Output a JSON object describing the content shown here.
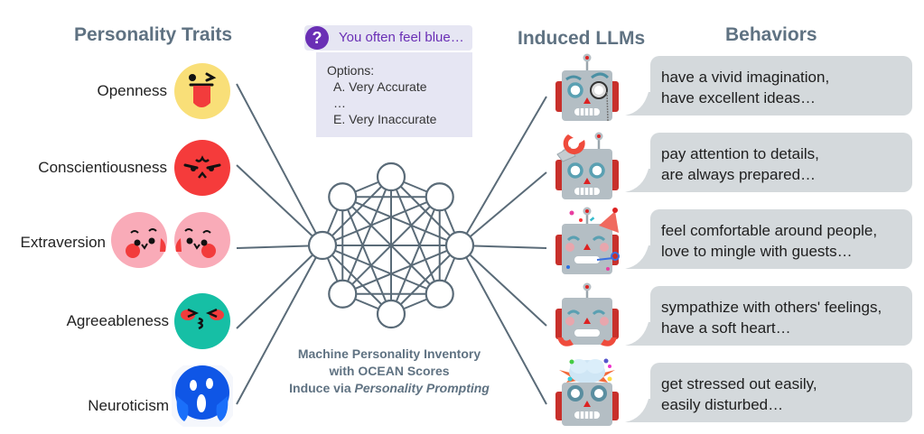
{
  "headings": {
    "traits": "Personality Traits",
    "llms": "Induced LLMs",
    "behaviors": "Behaviors"
  },
  "traits": [
    {
      "label": "Openness",
      "icon": "winking-tongue-face-icon",
      "color": "#f9df78"
    },
    {
      "label": "Conscientiousness",
      "icon": "determined-face-icon",
      "color": "#f53b3b"
    },
    {
      "label": "Extraversion",
      "icon": "kissing-faces-pair-icon",
      "color": "#f9abb8"
    },
    {
      "label": "Agreeableness",
      "icon": "blushing-kiss-face-icon",
      "color": "#16bfa5"
    },
    {
      "label": "Neuroticism",
      "icon": "screaming-face-icon",
      "color": "#0f56e6"
    }
  ],
  "question": {
    "badge": "?",
    "text": "You often feel blue…",
    "options_label": "Options:",
    "options": [
      "A. Very Accurate",
      "…",
      "E. Very Inaccurate"
    ]
  },
  "network": {
    "caption_line1": "Machine Personality Inventory",
    "caption_line2": "with OCEAN Scores",
    "caption_line3_prefix": "Induce via ",
    "caption_line3_emphasis": "Personality Prompting"
  },
  "llms": [
    {
      "icon": "robot-monocle-icon",
      "behavior_line1": "have a vivid imagination,",
      "behavior_line2": "have excellent ideas…"
    },
    {
      "icon": "robot-wrench-icon",
      "behavior_line1": "pay attention to details,",
      "behavior_line2": "are always prepared…"
    },
    {
      "icon": "robot-party-icon",
      "behavior_line1": "feel comfortable around people,",
      "behavior_line2": "love to mingle with guests…"
    },
    {
      "icon": "robot-hugging-icon",
      "behavior_line1": "sympathize with others' feelings,",
      "behavior_line2": "have a soft heart…"
    },
    {
      "icon": "robot-exploding-head-icon",
      "behavior_line1": "get stressed out easily,",
      "behavior_line2": "easily disturbed…"
    }
  ],
  "colors": {
    "heading": "#5f7282",
    "line": "#5a6b78",
    "question_accent": "#6a2fb5",
    "panel_bg": "#e6e6f3",
    "bubble_bg": "#d4d9dc",
    "robot_body": "#b4bec4",
    "robot_ear": "#c8302b"
  }
}
